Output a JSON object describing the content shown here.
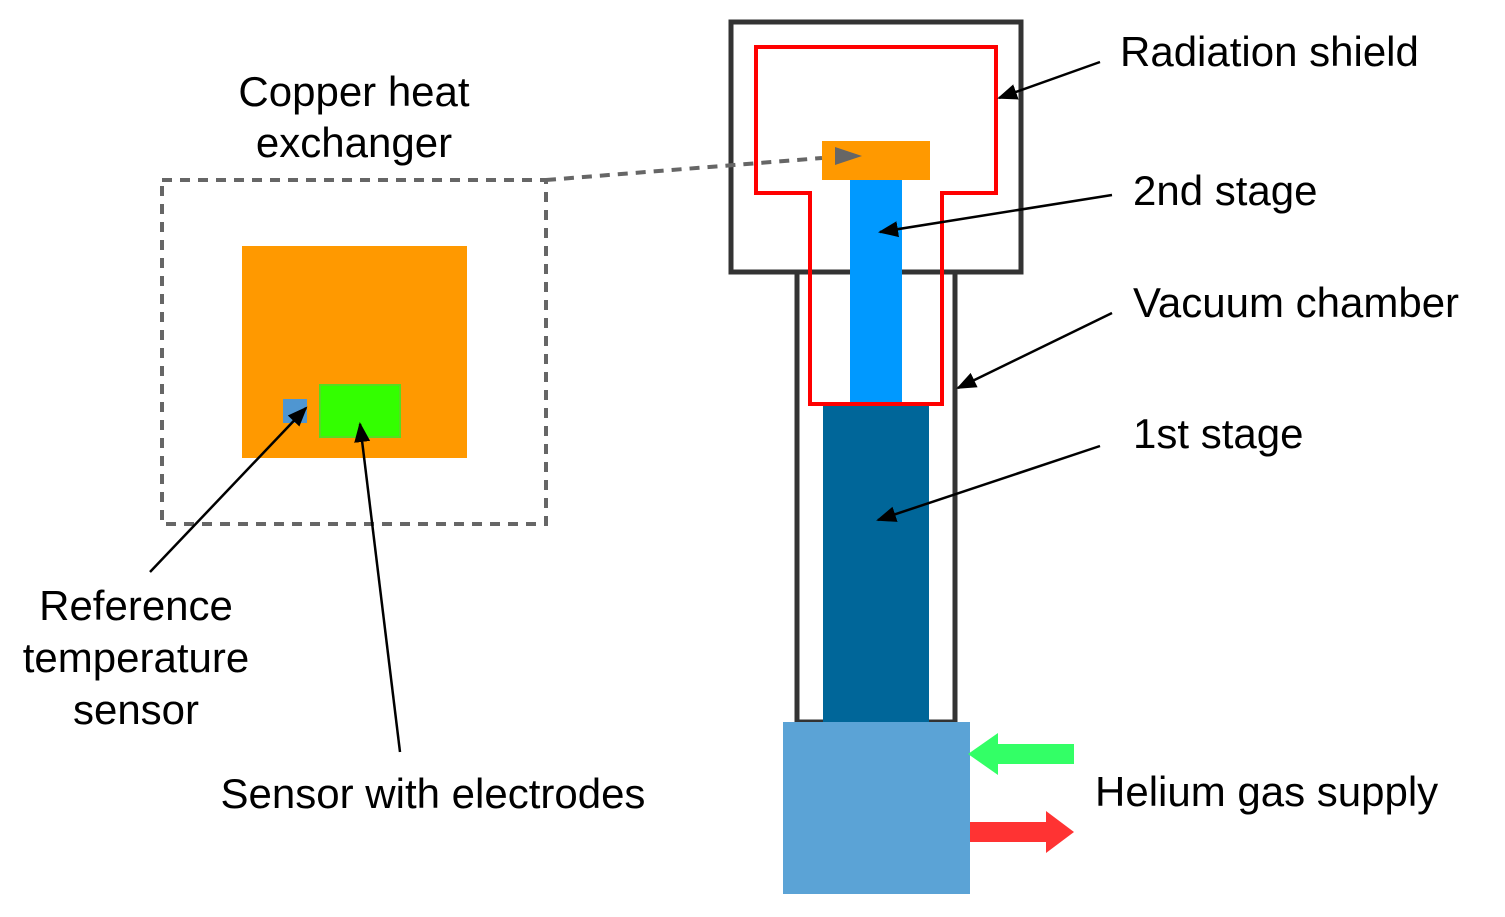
{
  "labels": {
    "copper_heat_exchanger_line1": "Copper heat",
    "copper_heat_exchanger_line2": "exchanger",
    "radiation_shield": "Radiation shield",
    "second_stage": "2nd stage",
    "vacuum_chamber": "Vacuum chamber",
    "first_stage": "1st stage",
    "reference_sensor_line1": "Reference",
    "reference_sensor_line2": "temperature",
    "reference_sensor_line3": "sensor",
    "sensor_with_electrodes": "Sensor with electrodes",
    "helium_gas_supply": "Helium gas supply"
  },
  "colors": {
    "copper": "#ff9900",
    "second_stage": "#0099ff",
    "first_stage": "#006699",
    "compressor": "#5ba3d6",
    "reference_sensor": "#4f96d1",
    "sensor_electrodes": "#33ff00",
    "radiation_shield": "#ff0000",
    "chamber_outline": "#333333",
    "dashed_outline": "#666666",
    "gas_in_arrow": "#33ff66",
    "gas_out_arrow": "#ff3333"
  }
}
